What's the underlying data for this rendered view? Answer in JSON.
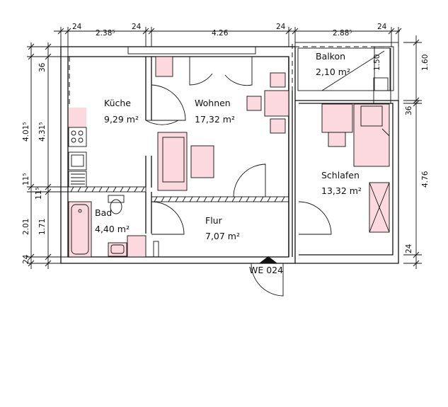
{
  "rooms": {
    "kueche": {
      "name": "Küche",
      "area": "9,29 m²"
    },
    "wohnen": {
      "name": "Wohnen",
      "area": "17,32 m²"
    },
    "balkon": {
      "name": "Balkon",
      "area": "2,10 m²"
    },
    "schlafen": {
      "name": "Schlafen",
      "area": "13,32 m²"
    },
    "bad": {
      "name": "Bad",
      "area": "4,40 m²"
    },
    "flur": {
      "name": "Flur",
      "area": "7,07 m²"
    }
  },
  "entrance": "WE 024",
  "dims": {
    "top": [
      "24",
      "2.38⁵",
      "24",
      "4.26",
      "24",
      "2.88⁵",
      "24"
    ],
    "right": [
      "1.60",
      "36",
      "4.76",
      "24"
    ],
    "left": [
      "36",
      "4.01⁵",
      "4.31⁵",
      "11⁵",
      "11⁵",
      "2.01",
      "1.71",
      "24"
    ],
    "balkon_depth": "1.50"
  }
}
